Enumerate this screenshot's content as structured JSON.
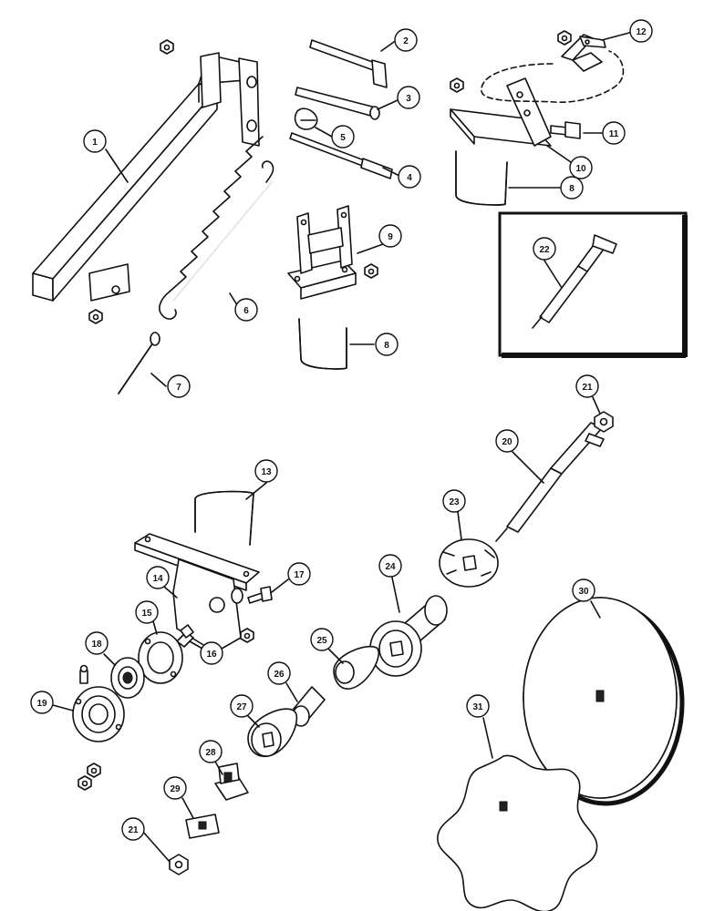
{
  "callouts": {
    "c1": "1",
    "c2": "2",
    "c3": "3",
    "c4": "4",
    "c5": "5",
    "c6": "6",
    "c7": "7",
    "c8a": "8",
    "c8b": "8",
    "c9": "9",
    "c10": "10",
    "c11": "11",
    "c12": "12",
    "c13": "13",
    "c14": "14",
    "c15": "15",
    "c16": "16",
    "c17": "17",
    "c18": "18",
    "c19": "19",
    "c20": "20",
    "c21a": "21",
    "c21b": "21",
    "c22": "22",
    "c23": "23",
    "c24": "24",
    "c25": "25",
    "c26": "26",
    "c27": "27",
    "c28": "28",
    "c29": "29",
    "c30": "30",
    "c31": "31"
  }
}
